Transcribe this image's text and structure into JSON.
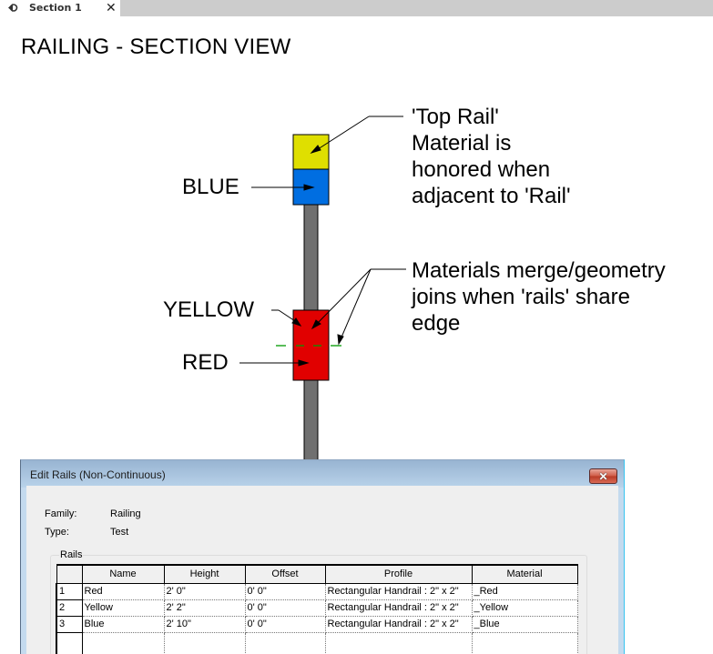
{
  "tab": {
    "icon": "section-view-icon",
    "label": "Section 1",
    "close_glyph": "✕"
  },
  "view": {
    "title": "RAILING - SECTION VIEW"
  },
  "drawing": {
    "colors": {
      "yellow": "#dfdf00",
      "blue": "#006ee1",
      "red": "#e10000",
      "post": "#707070",
      "join_line": "#009900"
    },
    "labels": {
      "blue": "BLUE",
      "yellow": "YELLOW",
      "red": "RED"
    },
    "annotations": {
      "top_rail": [
        "'Top Rail'",
        "Material is",
        "honored when",
        "adjacent to 'Rail'"
      ],
      "merge": [
        "Materials merge/geometry",
        "joins when 'rails' share",
        "edge"
      ]
    }
  },
  "dialog": {
    "title": "Edit Rails (Non-Continuous)",
    "close_glyph": "✕",
    "family_label": "Family:",
    "family_value": "Railing",
    "type_label": "Type:",
    "type_value": "Test",
    "group_label": "Rails",
    "table": {
      "columns": [
        "",
        "Name",
        "Height",
        "Offset",
        "Profile",
        "Material"
      ],
      "rows": [
        {
          "num": "1",
          "name": "Red",
          "height": "2'  0\"",
          "offset": "0'  0\"",
          "profile": "Rectangular Handrail : 2\" x 2\"",
          "material": "_Red"
        },
        {
          "num": "2",
          "name": "Yellow",
          "height": "2'  2\"",
          "offset": "0'  0\"",
          "profile": "Rectangular Handrail : 2\" x 2\"",
          "material": "_Yellow"
        },
        {
          "num": "3",
          "name": "Blue",
          "height": "2'  10\"",
          "offset": "0'  0\"",
          "profile": "Rectangular Handrail : 2\" x 2\"",
          "material": "_Blue"
        }
      ]
    }
  }
}
